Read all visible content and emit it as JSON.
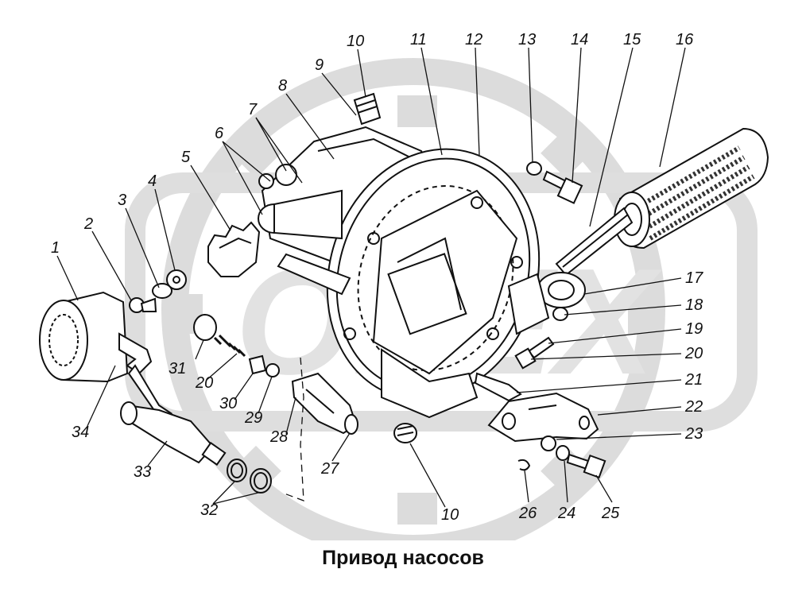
{
  "caption": "Привод насосов",
  "watermark": "OPEX",
  "colors": {
    "ink": "#111111",
    "watermark": "#d9d9d9",
    "background": "#ffffff"
  },
  "callouts": [
    "1",
    "2",
    "3",
    "4",
    "5",
    "6",
    "7",
    "8",
    "9",
    "10",
    "11",
    "12",
    "13",
    "14",
    "15",
    "16",
    "17",
    "18",
    "19",
    "20",
    "20",
    "21",
    "22",
    "23",
    "24",
    "25",
    "26",
    "27",
    "28",
    "29",
    "30",
    "31",
    "32",
    "33",
    "34",
    "10"
  ]
}
